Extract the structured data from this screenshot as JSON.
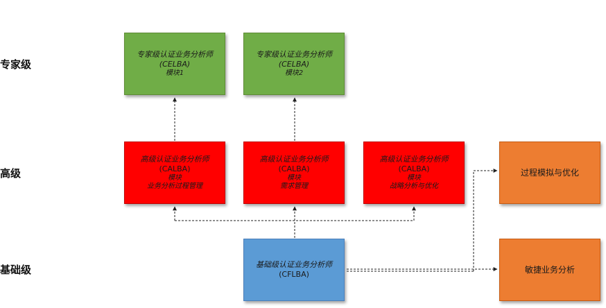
{
  "levels": {
    "expert": "专家级",
    "advanced": "高级",
    "foundation": "基础级"
  },
  "colors": {
    "expert_fill": "#70ad47",
    "advanced_fill": "#ff0000",
    "foundation_fill": "#5b9bd5",
    "side_fill": "#ed7d31",
    "connector": "#222222"
  },
  "boxes": {
    "celba1": {
      "line1": "专家级认证业务分析师",
      "line2": "(CELBA)",
      "line3": "模块1"
    },
    "celba2": {
      "line1": "专家级认证业务分析师",
      "line2": "(CELBA)",
      "line3": "模块2"
    },
    "calba1": {
      "line1": "高级认证业务分析师",
      "line2": "(CALBA)",
      "line3": "模块",
      "line4": "业务分析过程管理"
    },
    "calba2": {
      "line1": "高级认证业务分析师",
      "line2": "(CALBA)",
      "line3": "模块",
      "line4": "需求管理"
    },
    "calba3": {
      "line1": "高级认证业务分析师",
      "line2": "(CALBA)",
      "line3": "模块",
      "line4": "战略分析与优化"
    },
    "cflba": {
      "line1": "基础级认证业务分析师",
      "line2": "(CFLBA)"
    },
    "process": {
      "label": "过程模拟与优化"
    },
    "agile": {
      "label": "敏捷业务分析"
    }
  }
}
